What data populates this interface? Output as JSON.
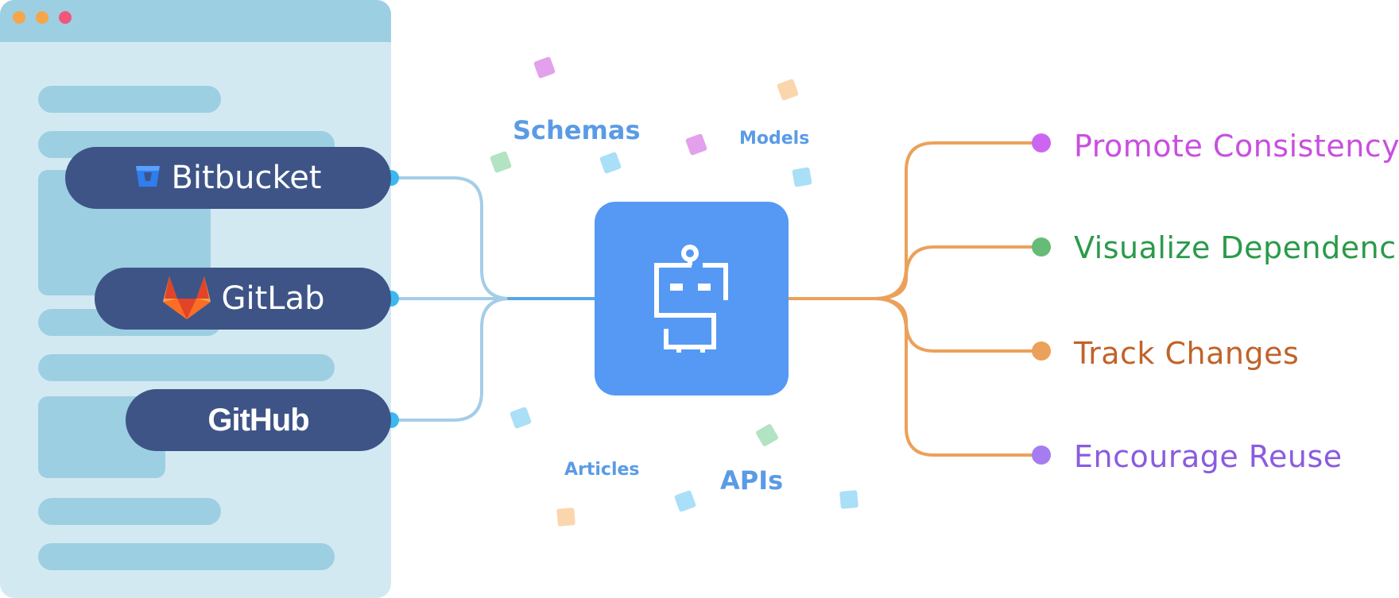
{
  "sources": [
    {
      "name": "Bitbucket",
      "logo": "bitbucket-logo"
    },
    {
      "name": "GitLab",
      "logo": "gitlab-logo"
    },
    {
      "name": "GitHub",
      "logo": "github-logo"
    }
  ],
  "topics": {
    "schemas": "Schemas",
    "models": "Models",
    "articles": "Articles",
    "apis": "APIs"
  },
  "center": {
    "icon": "robot-icon"
  },
  "benefits": [
    {
      "label": "Promote Consistency",
      "color": "#c94fe0",
      "dot_color": "#cc66f0"
    },
    {
      "label": "Visualize Dependencies",
      "color": "#2a9a4a",
      "dot_color": "#66bb77"
    },
    {
      "label": "Track Changes",
      "color": "#c0632a",
      "dot_color": "#eba15a"
    },
    {
      "label": "Encourage Reuse",
      "color": "#8a5ce0",
      "dot_color": "#a57df0"
    }
  ],
  "colors": {
    "browser_bg": "#d3e9f2",
    "browser_bar": "#9dcfe2",
    "pill_bg": "#3e5487",
    "left_wire": "#a5cde8",
    "right_wire": "#eba15a",
    "connector_dot": "#3cb8f0",
    "center_bg": "#5599f4",
    "window_dots": [
      "#f5a64a",
      "#f5a64a",
      "#f2577a"
    ]
  }
}
